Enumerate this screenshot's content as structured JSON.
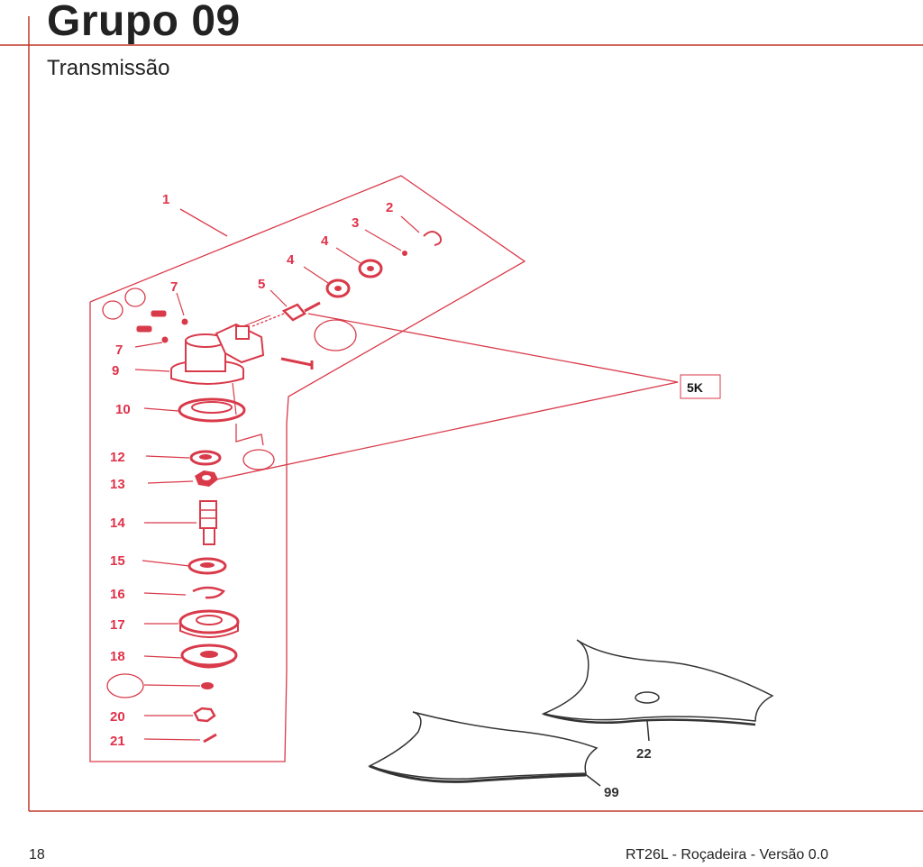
{
  "page": {
    "title": "Grupo 09",
    "subtitle": "Transmissão",
    "page_number": "18",
    "footer": "RT26L - Roçadeira  - Versão 0.0"
  },
  "diagram": {
    "kit_code": "5K",
    "part_numbers": [
      "1",
      "2",
      "3",
      "4",
      "4",
      "5",
      "7",
      "7",
      "9",
      "10",
      "12",
      "13",
      "14",
      "15",
      "16",
      "17",
      "18",
      "20",
      "21",
      "22",
      "99"
    ]
  },
  "colors": {
    "frame_red": "#c0392b",
    "label_red": "#e0324a",
    "part_red": "#d93a4a",
    "blade_outline": "#333333"
  }
}
